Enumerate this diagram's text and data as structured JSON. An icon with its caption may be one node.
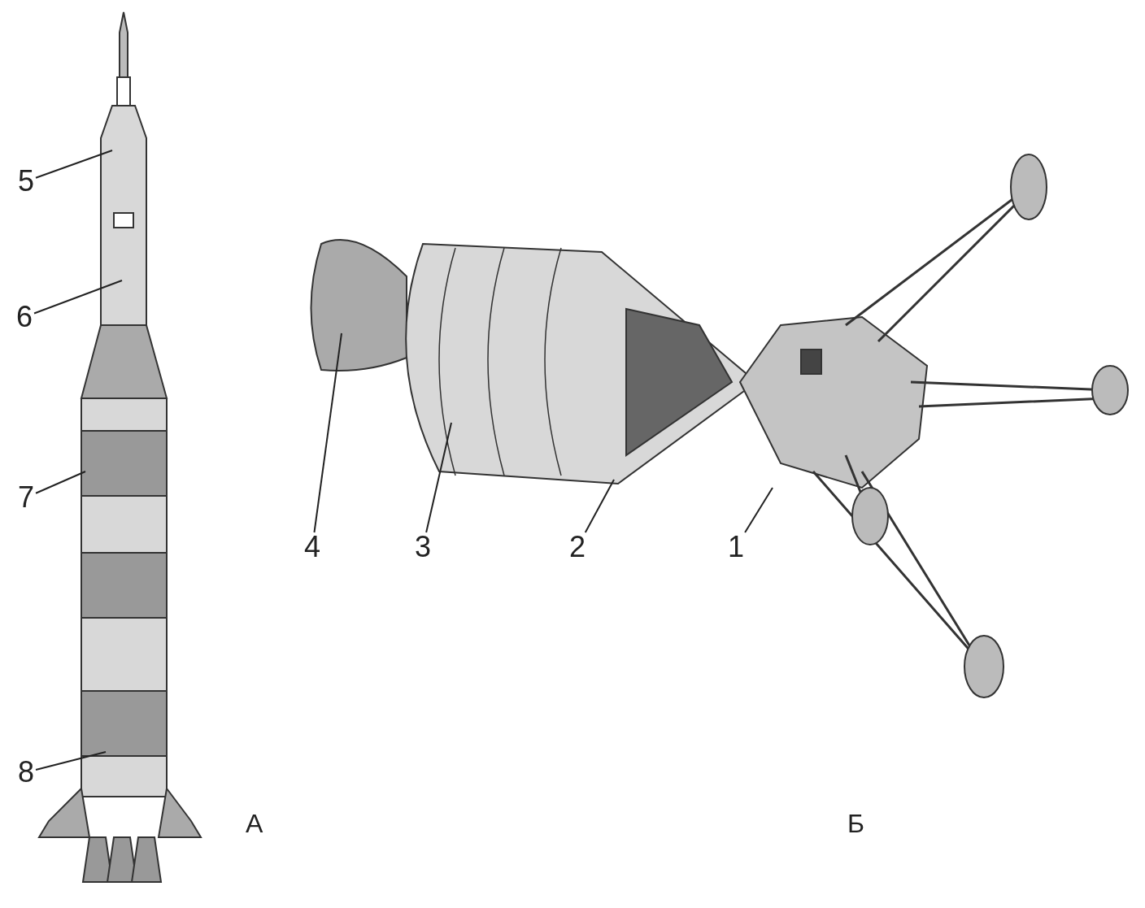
{
  "diagram": {
    "nodes": [
      {
        "text": [
          "5"
        ]
      },
      {
        "text": [
          "6"
        ]
      },
      {
        "text": [
          "7"
        ]
      },
      {
        "text": [
          "8"
        ]
      },
      {
        "text": [
          "4"
        ]
      },
      {
        "text": [
          "3"
        ]
      },
      {
        "text": [
          "2"
        ]
      },
      {
        "text": [
          "1"
        ]
      }
    ],
    "edges": [
      {
        "from": 0,
        "to": null,
        "arrow": "none"
      },
      {
        "from": 1,
        "to": null,
        "arrow": "none"
      },
      {
        "from": 2,
        "to": null,
        "arrow": "none"
      },
      {
        "from": 3,
        "to": null,
        "arrow": "none"
      },
      {
        "from": 4,
        "to": null,
        "arrow": "none"
      },
      {
        "from": 5,
        "to": null,
        "arrow": "none"
      },
      {
        "from": 6,
        "to": null,
        "arrow": "none"
      },
      {
        "from": 7,
        "to": null,
        "arrow": "none"
      }
    ],
    "labels": [
      "А",
      "Б"
    ]
  }
}
